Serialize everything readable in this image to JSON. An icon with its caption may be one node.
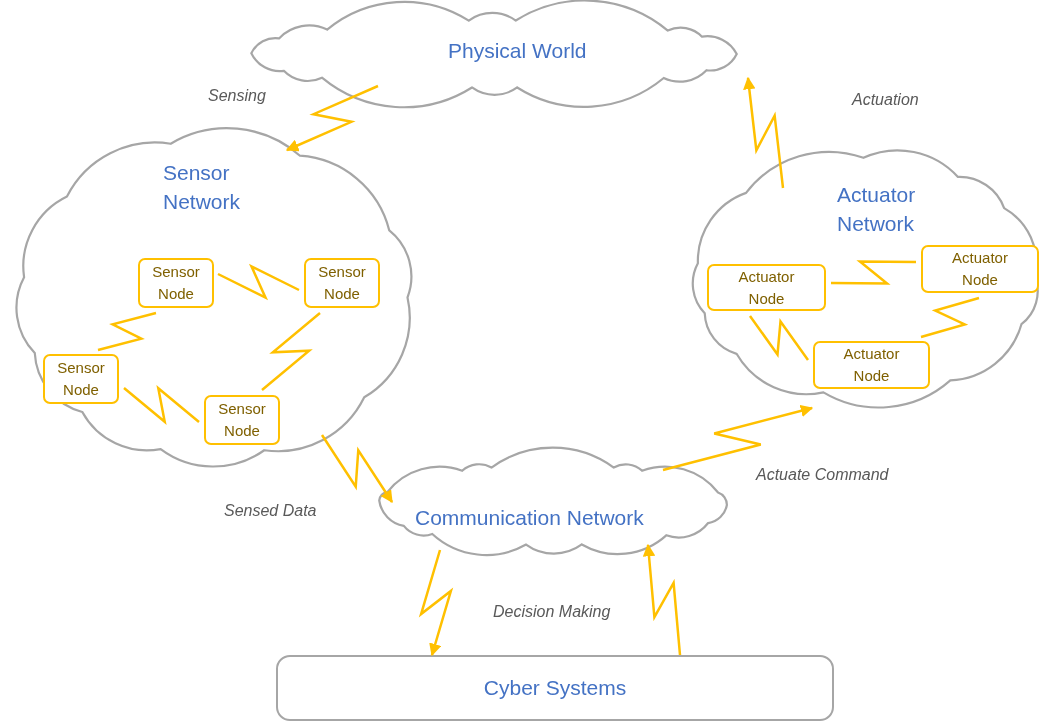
{
  "diagram": {
    "nodes": [
      {
        "text": [
          "Physical World"
        ]
      },
      {
        "text": [
          "Sensor Network"
        ]
      },
      {
        "text": [
          "Sensor Node"
        ],
        "in": 1
      },
      {
        "text": [
          "Sensor Node"
        ],
        "in": 1
      },
      {
        "text": [
          "Sensor Node"
        ],
        "in": 1
      },
      {
        "text": [
          "Sensor Node"
        ],
        "in": 1
      },
      {
        "text": [
          "Actuator Network"
        ]
      },
      {
        "text": [
          "Actuator Node"
        ],
        "in": 6
      },
      {
        "text": [
          "Actuator Node"
        ],
        "in": 6
      },
      {
        "text": [
          "Actuator Node"
        ],
        "in": 6
      },
      {
        "text": [
          "Communication Network"
        ]
      },
      {
        "text": [
          "Cyber Systems"
        ]
      }
    ],
    "edges": [
      {
        "from": 0,
        "to": 1,
        "arrow": "to",
        "label": "Sensing"
      },
      {
        "from": 1,
        "to": 10,
        "arrow": "to",
        "label": "Sensed Data"
      },
      {
        "from": 10,
        "to": 6,
        "arrow": "to",
        "label": "Actuate Command"
      },
      {
        "from": 6,
        "to": 0,
        "arrow": "to",
        "label": "Actuation"
      },
      {
        "from": 10,
        "to": 11,
        "arrow": "to"
      },
      {
        "from": 11,
        "to": 10,
        "arrow": "to"
      },
      {
        "from": 2,
        "to": 3,
        "arrow": "none"
      },
      {
        "from": 2,
        "to": 4,
        "arrow": "none"
      },
      {
        "from": 3,
        "to": 5,
        "arrow": "none"
      },
      {
        "from": 4,
        "to": 5,
        "arrow": "none"
      },
      {
        "from": 7,
        "to": 8,
        "arrow": "none"
      },
      {
        "from": 8,
        "to": 9,
        "arrow": "none"
      },
      {
        "from": 7,
        "to": 9,
        "arrow": "none"
      }
    ],
    "labels": [
      "Decision Making"
    ]
  }
}
